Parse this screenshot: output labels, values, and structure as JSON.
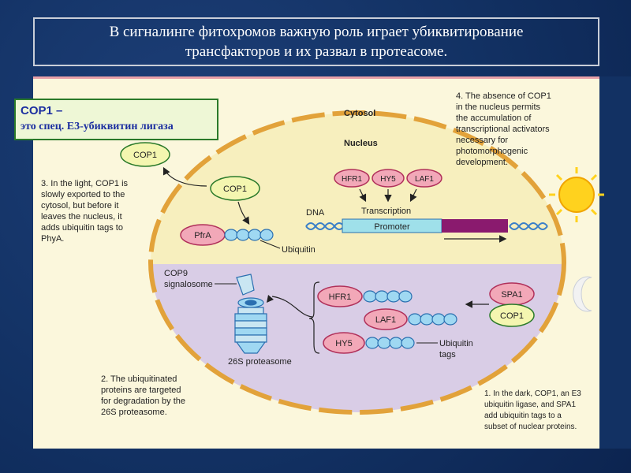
{
  "title": "В сигналинге фитохромов важную роль играет убиквитирование трансфакторов и их развал в протеасоме.",
  "cop_box": {
    "line1": "COP1 –",
    "line2": "это спец. Е3-убиквитин лигаза"
  },
  "labels": {
    "cytosol": "Cytosol",
    "nucleus": "Nucleus",
    "dna": "DNA",
    "transcription": "Transcription",
    "promoter": "Promoter",
    "ubiquitin": "Ubiquitin",
    "cop9_line1": "COP9",
    "cop9_line2": "signalosome",
    "proteasome": "26S proteasome",
    "ubiquitin_tags_line1": "Ubiquitin",
    "ubiquitin_tags_line2": "tags"
  },
  "molecules": {
    "cop1_outside": "COP1",
    "cop1_inside": "COP1",
    "pfra": "PfrA",
    "hfr1_top": "HFR1",
    "hy5_top": "HY5",
    "laf1_top": "LAF1",
    "hfr1_bottom": "HFR1",
    "laf1_bottom": "LAF1",
    "hy5_bottom": "HY5",
    "spa1": "SPA1",
    "cop1_right": "COP1"
  },
  "notes": {
    "note3": [
      "3. In the light, COP1 is",
      "slowly exported to the",
      "cytosol, but before it",
      "leaves the nucleus, it",
      "adds ubiquitin tags to",
      "PhyA."
    ],
    "note4": [
      "4. The absence of COP1",
      "in the nucleus permits",
      "the accumulation of",
      "transcriptional activators",
      "necessary for",
      "photomorphogenic",
      "development."
    ],
    "note2": [
      "2. The ubiquitinated",
      "proteins are targeted",
      "for degradation by the",
      "26S proteasome."
    ],
    "note1": [
      "1. In the dark, COP1, an E3",
      "ubiquitin ligase, and SPA1",
      "add ubiquitin tags to a",
      "subset of nuclear proteins."
    ]
  },
  "colors": {
    "background": "#123163",
    "panel": "#fbf7dc",
    "nucleus_top": "#f7efbe",
    "nucleus_bottom": "#d9cde6",
    "membrane": "#e2a23a",
    "cop1": "#f4f6b0",
    "red_protein": "#f2a8b8",
    "ubiquitin": "#9fd8f2",
    "promoter": "#9fe0ea",
    "gene": "#8a1a6e",
    "dna": "#3a7fc8",
    "sun": "#ffd21e"
  }
}
